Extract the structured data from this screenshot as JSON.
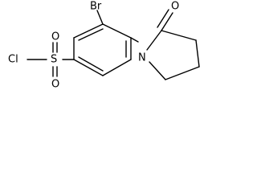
{
  "molecule": {
    "atoms": {
      "br": "Br",
      "o_ring": "O",
      "n": "N",
      "cl": "Cl",
      "s": "S",
      "o_upper": "O",
      "o_lower": "O"
    }
  }
}
